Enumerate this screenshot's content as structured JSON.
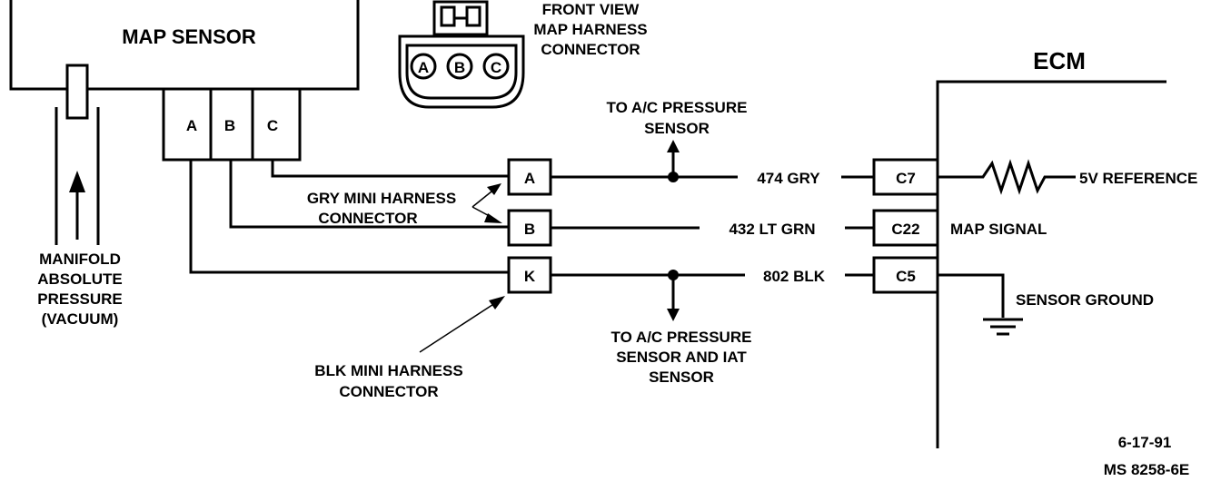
{
  "sensor": {
    "title": "MAP SENSOR",
    "pins": [
      "A",
      "B",
      "C"
    ]
  },
  "front_view": {
    "label_lines": [
      "FRONT VIEW",
      "MAP HARNESS",
      "CONNECTOR"
    ],
    "pins": [
      "A",
      "B",
      "C"
    ]
  },
  "manifold_label_lines": [
    "MANIFOLD",
    "ABSOLUTE",
    "PRESSURE",
    "(VACUUM)"
  ],
  "gry_connector_label_lines": [
    "GRY MINI HARNESS",
    "CONNECTOR"
  ],
  "blk_connector_label_lines": [
    "BLK MINI HARNESS",
    "CONNECTOR"
  ],
  "mini_connector_pins": [
    "A",
    "B",
    "K"
  ],
  "to_ac_top_lines": [
    "TO A/C PRESSURE",
    "SENSOR"
  ],
  "to_ac_bottom_lines": [
    "TO A/C PRESSURE",
    "SENSOR AND IAT",
    "SENSOR"
  ],
  "wires": [
    "474 GRY",
    "432 LT GRN",
    "802 BLK"
  ],
  "ecm": {
    "title": "ECM",
    "pins": [
      "C7",
      "C22",
      "C5"
    ],
    "functions": [
      "5V REFERENCE",
      "MAP SIGNAL",
      "SENSOR GROUND"
    ]
  },
  "footer": {
    "date": "6-17-91",
    "code": "MS 8258-6E"
  }
}
